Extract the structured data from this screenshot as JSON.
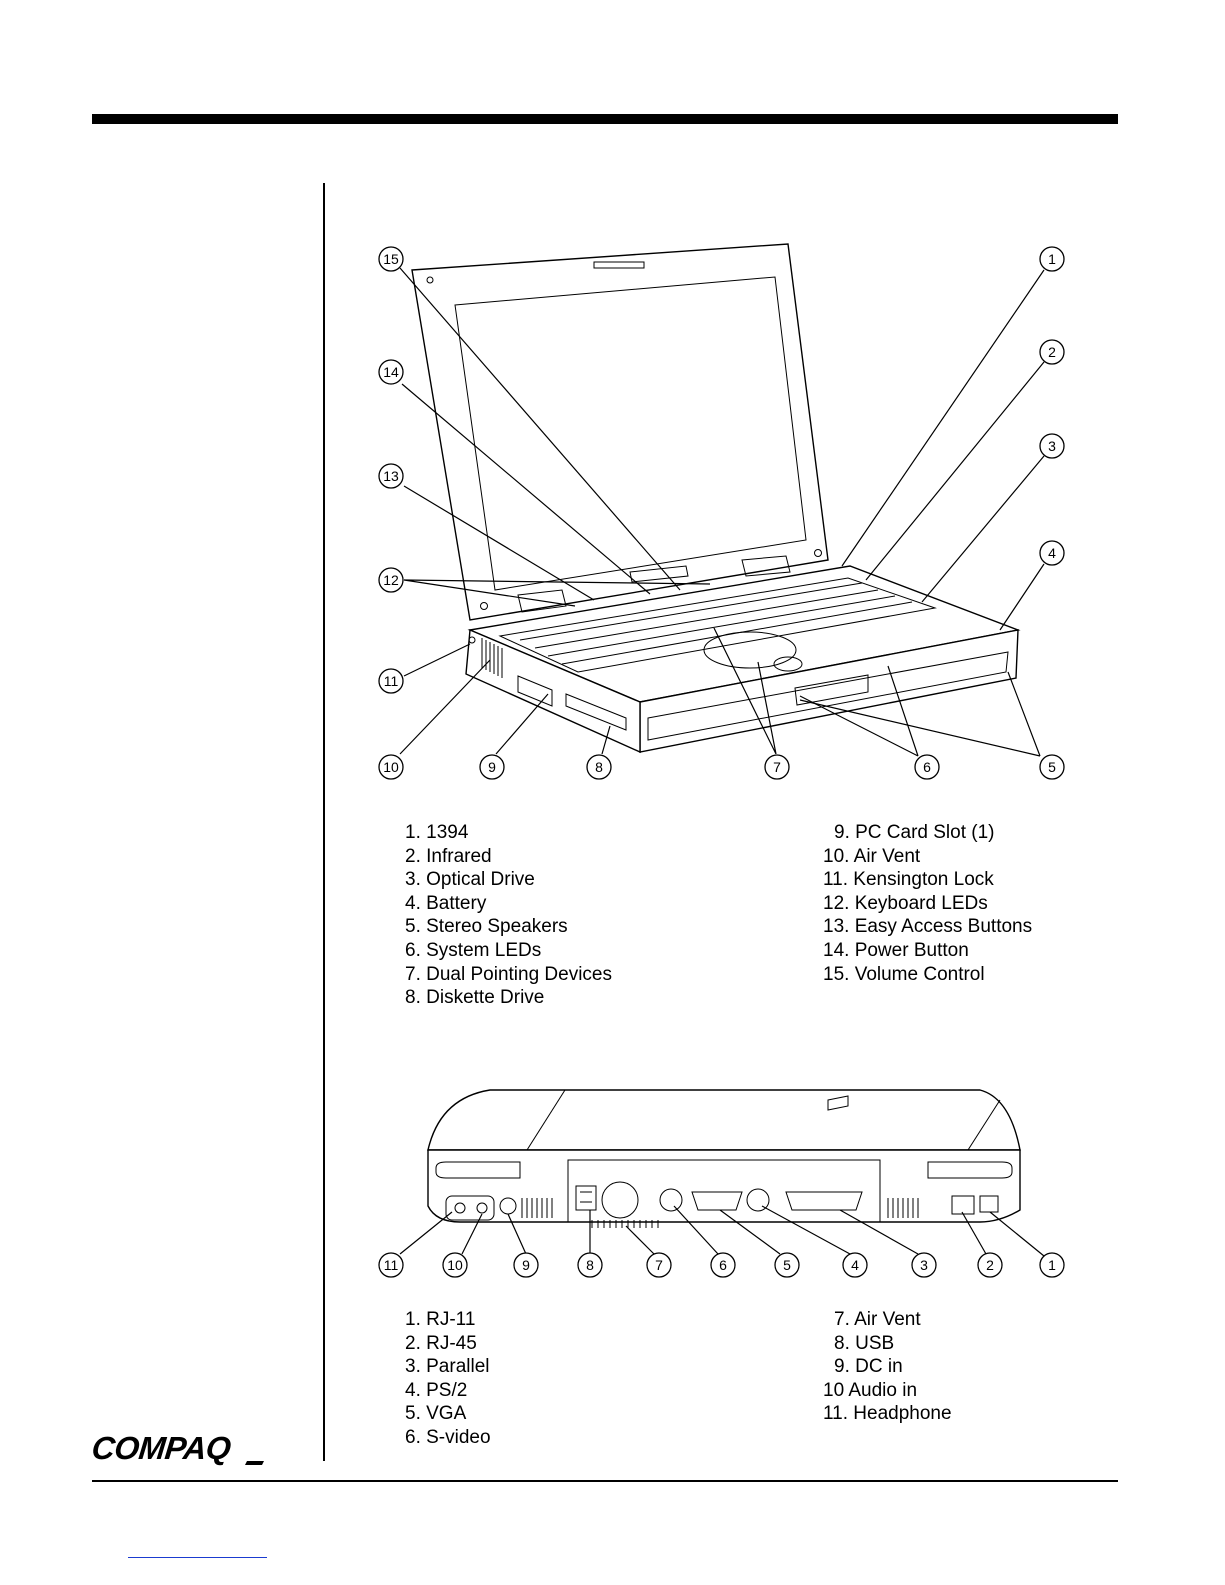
{
  "brand": "COMPAQ",
  "figure1": {
    "callouts": [
      "1",
      "2",
      "3",
      "4",
      "5",
      "6",
      "7",
      "8",
      "9",
      "10",
      "11",
      "12",
      "13",
      "14",
      "15"
    ],
    "legend_left": [
      "1. 1394",
      "2. Infrared",
      "3. Optical Drive",
      "4. Battery",
      "5. Stereo Speakers",
      "6. System LEDs",
      "7. Dual Pointing Devices",
      "8. Diskette Drive"
    ],
    "legend_right": [
      "9. PC Card Slot (1)",
      "10. Air Vent",
      "11. Kensington Lock",
      "12. Keyboard LEDs",
      "13. Easy Access Buttons",
      "14. Power Button",
      "15. Volume Control"
    ]
  },
  "figure2": {
    "callouts": [
      "11",
      "10",
      "9",
      "8",
      "7",
      "6",
      "5",
      "4",
      "3",
      "2",
      "1"
    ],
    "legend_left": [
      "1. RJ-11",
      "2. RJ-45",
      "3. Parallel",
      "4. PS/2",
      "5. VGA",
      "6. S-video"
    ],
    "legend_right": [
      "7. Air Vent",
      "8. USB",
      "9. DC in",
      "10 Audio in",
      "11. Headphone"
    ]
  }
}
